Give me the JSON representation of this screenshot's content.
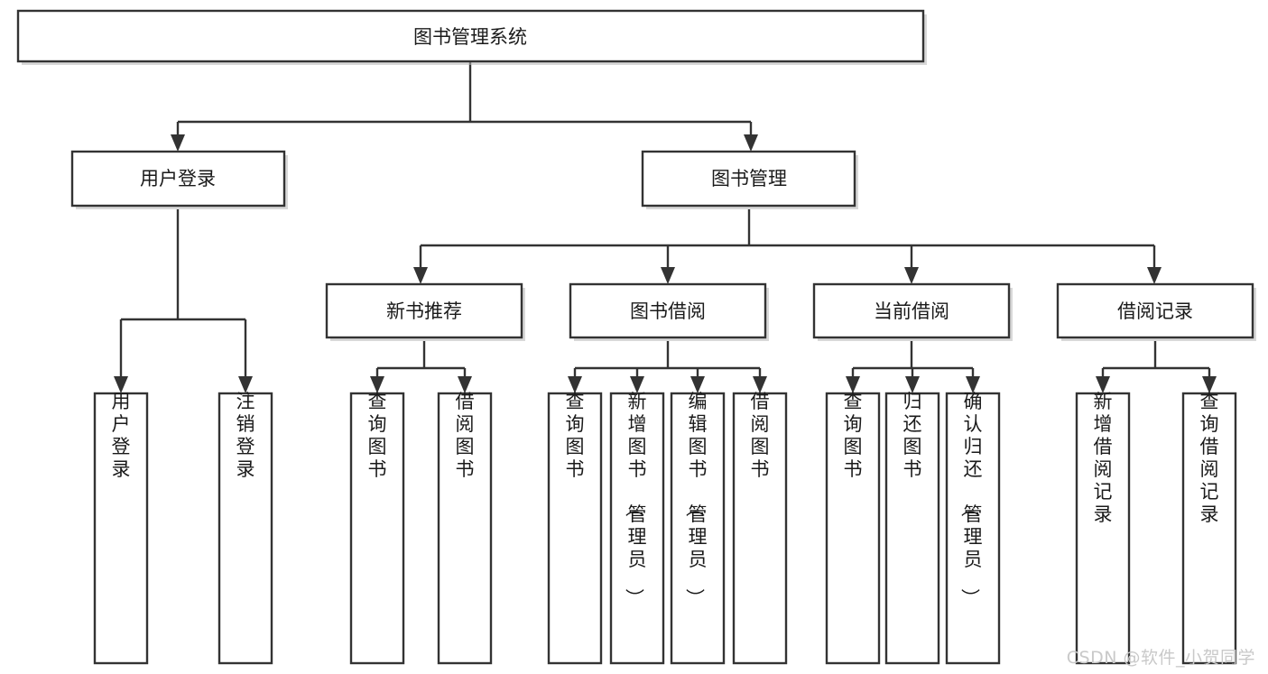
{
  "diagram": {
    "title": "图书管理系统",
    "type": "tree",
    "orientation": "top-down",
    "colors": {
      "box_stroke": "#333333",
      "box_fill": "#ffffff",
      "edge": "#333333",
      "text": "#1a1a1a",
      "watermark": "#c9c9c9",
      "background": "#ffffff"
    },
    "watermark": "CSDN @软件_小贺同学",
    "levels": {
      "root": {
        "label": "图书管理系统"
      },
      "level2": [
        {
          "label": "用户登录"
        },
        {
          "label": "图书管理"
        }
      ],
      "level3": [
        {
          "label": "新书推荐"
        },
        {
          "label": "图书借阅"
        },
        {
          "label": "当前借阅"
        },
        {
          "label": "借阅记录"
        }
      ],
      "leaves": {
        "user_login": [
          {
            "label": "用户登录"
          },
          {
            "label": "注销登录"
          }
        ],
        "new_book_recommend": [
          {
            "label": "查询图书"
          },
          {
            "label": "借阅图书"
          }
        ],
        "book_borrow": [
          {
            "label": "查询图书"
          },
          {
            "label": "新增图书（管理员）"
          },
          {
            "label": "编辑图书（管理员）"
          },
          {
            "label": "借阅图书"
          }
        ],
        "current_borrow": [
          {
            "label": "查询图书"
          },
          {
            "label": "归还图书"
          },
          {
            "label": "确认归还（管理员）"
          }
        ],
        "borrow_record": [
          {
            "label": "新增借阅记录"
          },
          {
            "label": "查询借阅记录"
          }
        ]
      }
    },
    "edges": [
      {
        "from": "图书管理系统",
        "to": "用户登录"
      },
      {
        "from": "图书管理系统",
        "to": "图书管理"
      },
      {
        "from": "图书管理",
        "to": "新书推荐"
      },
      {
        "from": "图书管理",
        "to": "图书借阅"
      },
      {
        "from": "图书管理",
        "to": "当前借阅"
      },
      {
        "from": "图书管理",
        "to": "借阅记录"
      },
      {
        "from": "用户登录",
        "to": "用户登录"
      },
      {
        "from": "用户登录",
        "to": "注销登录"
      },
      {
        "from": "新书推荐",
        "to": "查询图书"
      },
      {
        "from": "新书推荐",
        "to": "借阅图书"
      },
      {
        "from": "图书借阅",
        "to": "查询图书"
      },
      {
        "from": "图书借阅",
        "to": "新增图书（管理员）"
      },
      {
        "from": "图书借阅",
        "to": "编辑图书（管理员）"
      },
      {
        "from": "图书借阅",
        "to": "借阅图书"
      },
      {
        "from": "当前借阅",
        "to": "查询图书"
      },
      {
        "from": "当前借阅",
        "to": "归还图书"
      },
      {
        "from": "当前借阅",
        "to": "确认归还（管理员）"
      },
      {
        "from": "借阅记录",
        "to": "新增借阅记录"
      },
      {
        "from": "借阅记录",
        "to": "查询借阅记录"
      }
    ]
  }
}
